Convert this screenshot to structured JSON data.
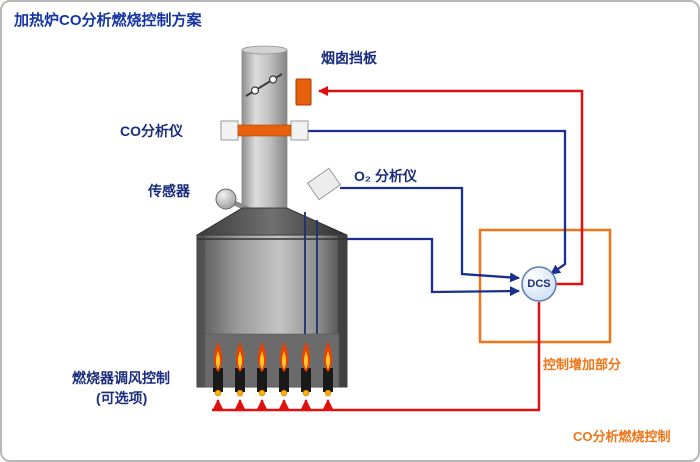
{
  "title": "加热炉CO分析燃烧控制方案",
  "labels": {
    "damper": "烟囱挡板",
    "co_analyzer": "CO分析仪",
    "sensor": "传感器",
    "o2_analyzer": "O₂ 分析仪",
    "dcs": "DCS",
    "control_added": "控制增加部分",
    "burner_control_line1": "燃烧器调风控制",
    "burner_control_line2": "(可选项)",
    "footer": "CO分析燃烧控制"
  },
  "colors": {
    "title_blue": "#1535a6",
    "label_navy": "#1b2d7e",
    "accent_orange": "#f07418",
    "analyzer_band_orange": "#e8620d",
    "signal_line_blue": "#1a2f8f",
    "control_line_red": "#e01010",
    "flame_orange": "#e84300",
    "flame_yellow": "#ffc62e"
  }
}
